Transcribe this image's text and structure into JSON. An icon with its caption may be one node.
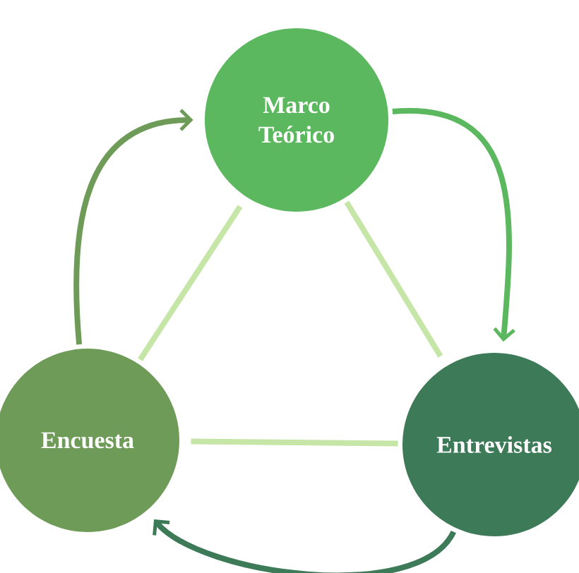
{
  "diagram": {
    "nodes": [
      {
        "text": [
          "Marco Teórico"
        ]
      },
      {
        "text": [
          "Entrevistas"
        ]
      },
      {
        "text": [
          "Encuesta"
        ]
      }
    ],
    "edges": [
      {
        "from": 0,
        "to": 1,
        "arrow": "none",
        "color": "#c6e6a8"
      },
      {
        "from": 1,
        "to": 2,
        "arrow": "none",
        "color": "#c6e6a8"
      },
      {
        "from": 2,
        "to": 0,
        "arrow": "none",
        "color": "#c6e6a8"
      },
      {
        "from": 0,
        "to": 1,
        "arrow": "to",
        "color": "#5cb85f"
      },
      {
        "from": 1,
        "to": 2,
        "arrow": "to",
        "color": "#3d7a57"
      },
      {
        "from": 2,
        "to": 0,
        "arrow": "to",
        "color": "#6f9b58"
      }
    ]
  }
}
